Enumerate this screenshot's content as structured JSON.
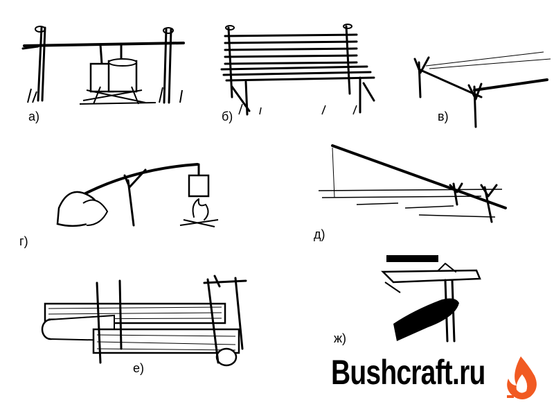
{
  "labels": {
    "a": "а)",
    "b": "б)",
    "v": "в)",
    "g": "г)",
    "d": "д)",
    "e": "е)",
    "zh": "ж)"
  },
  "brand": {
    "text": "Bushcraft.ru",
    "accent_color": "#f15a22",
    "icon": "flame-icon"
  },
  "ink_color": "#000000"
}
